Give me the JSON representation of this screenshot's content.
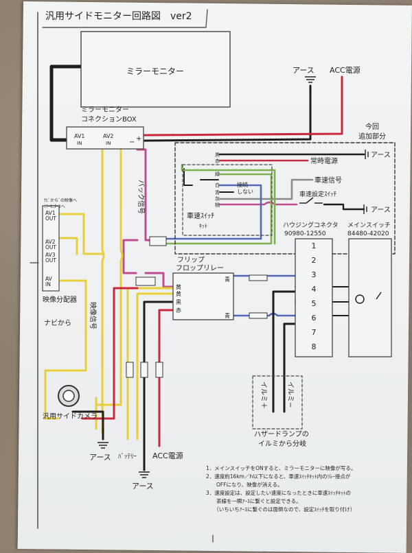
{
  "title": "汎用サイドモニター回路図　ver2",
  "mirror_monitor": "ミラーモニター",
  "connection_box": {
    "line1": "ミラーモニター",
    "line2": "コネクションBOX",
    "av1": "AV1",
    "av1_in": "IN",
    "av2": "AV2",
    "av2_in": "IN",
    "minus": "−",
    "plus": "+"
  },
  "earth_top": "アース",
  "acc_top": "ACC電源",
  "added_part": {
    "line1": "今回",
    "line2": "追加部分"
  },
  "right_labels": {
    "earth1": "アース",
    "constant_power": "常時電源",
    "vehicle_speed_signal": "車速信号",
    "speed_setting_switch": "車速設定ｽｲｯﾁ",
    "earth2": "アース"
  },
  "speed_kit": {
    "terminals": [
      "黒",
      "赤",
      "緑",
      "白",
      "青",
      "灰",
      "桃"
    ],
    "not_connected_1": "接続",
    "not_connected_2": "しない",
    "label_1": "車速ｽｲｯﾁ",
    "label_2": "ｷｯﾄ"
  },
  "back_signal": "バック信号",
  "splitter_head": [
    "ﾅﾋﾞからﾞの映像へ",
    "ﾐﾗｰﾓﾆﾀｰ2へ"
  ],
  "splitter": {
    "av1": "AV1",
    "av1_out": "OUT",
    "av2": "AV2",
    "av2_out": "OUT",
    "av3": "AV3",
    "av3_out": "OUT",
    "av": "AV",
    "av_in": "IN",
    "name": "映像分配器"
  },
  "from_navi": "ナビから",
  "video_signal": "映像信号",
  "flip_flop": {
    "line1": "フリップ",
    "line2": "フロップリレー",
    "terminals": [
      "黄",
      "黄",
      "黒",
      "赤"
    ],
    "blue_top": "青",
    "blue_bottom": "青"
  },
  "housing": {
    "line1": "ハウジングコネクタ",
    "line2": "90980-12550",
    "pins": [
      "1",
      "2",
      "3",
      "4",
      "5",
      "6",
      "7",
      "8"
    ]
  },
  "main_switch": {
    "line1": "メインスイッチ",
    "line2": "84480-42020"
  },
  "camera": "汎用サイドカメラ",
  "earth_bottom_left": "アース",
  "battery": "ﾊﾞｯﾃﾘｰ",
  "acc_bottom": "ACC電源",
  "earth_bottom": "アース",
  "illumi_plus": "イルミ＋",
  "illumi_minus": "イルミ−",
  "hazard": {
    "line1": "ハザードランプの",
    "line2": "イルミから分岐"
  },
  "notes": [
    "1．メインスイッチをONすると、ミラーモニターに映像が写る。",
    "2．速度約16km／h以下になると、車速ｽｲｯﾁｷｯﾄ内のﾘﾚｰ接点が",
    "　　OFFになり、映像が消える。",
    "3．速度設定は、設定したい速度になったときに車速ｽｲｯﾁｷｯﾄの",
    "　　茶線を一瞬ｱｰｽに繋ぐと設定できる。",
    "　　（いちいちｱｰｽに繋ぐのは面倒なので、設定ｽｲｯﾁを取り付け）"
  ],
  "colors": {
    "black": "#1d1d1d",
    "red": "#c8283a",
    "yellow": "#e7cf3a",
    "blue": "#5366b8",
    "green": "#7db04f",
    "gray": "#8a8a8a",
    "pink": "#bf4c8f"
  }
}
